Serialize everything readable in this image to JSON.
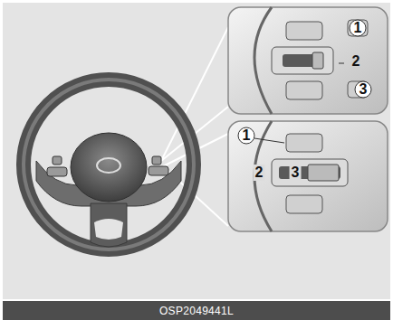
{
  "diagram": {
    "labels": [
      "1",
      "2",
      "3",
      "1",
      "2",
      "3",
      "OSP2049441L"
    ]
  }
}
